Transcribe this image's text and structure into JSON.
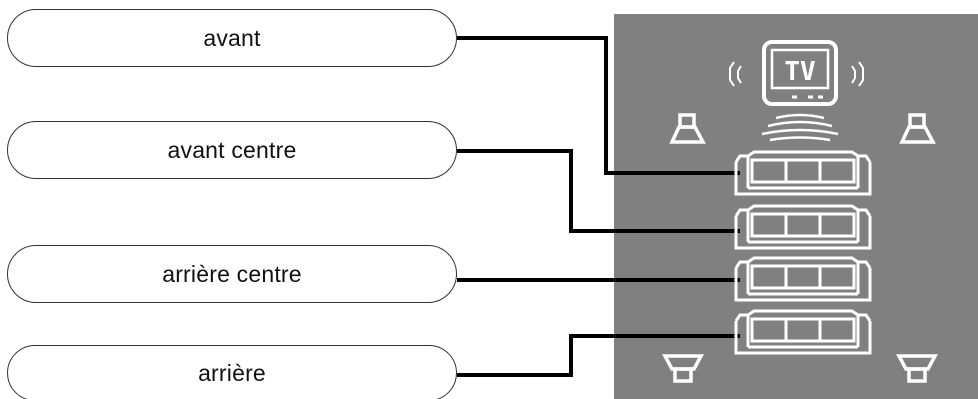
{
  "labels": {
    "front": "avant",
    "front_center": "avant centre",
    "rear_center": "arrière centre",
    "rear": "arrière"
  },
  "screen": {
    "tv_text": "TV",
    "background_color": "#808080",
    "line_color": "#ffffff"
  },
  "connector_color": "#000000",
  "icons": [
    "tv-icon",
    "sound-wave-left-icon",
    "sound-wave-right-icon",
    "subwoofer-icon",
    "front-left-speaker-icon",
    "front-right-speaker-icon",
    "rear-left-speaker-icon",
    "rear-right-speaker-icon",
    "sofa-icon"
  ]
}
